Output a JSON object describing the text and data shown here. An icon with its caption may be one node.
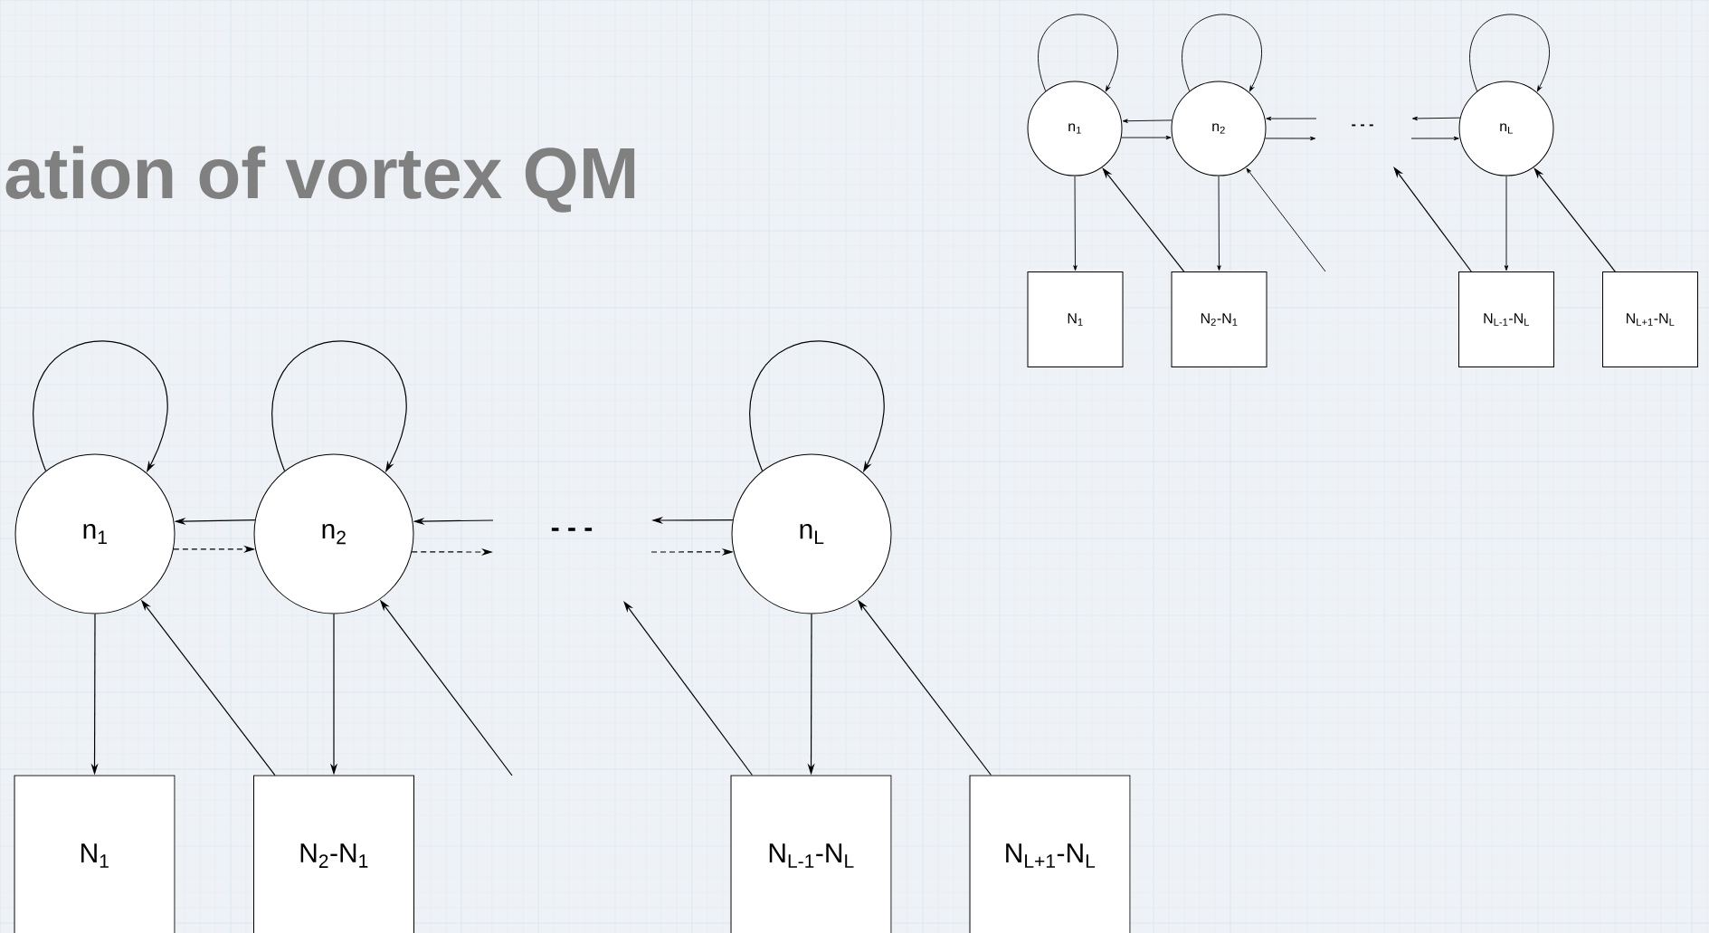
{
  "diagram": {
    "title": "ation of vortex QM",
    "nodes": [
      {
        "text": [
          "n$_{1}$"
        ]
      },
      {
        "text": [
          "n$_{2}$"
        ]
      },
      {
        "text": [
          "n$_{L}$"
        ]
      },
      {
        "text": [
          "N$_{1}$"
        ]
      },
      {
        "text": [
          "N$_{2}$-N$_{1}$"
        ]
      },
      {
        "text": [
          "N$_{L-1}$-N$_{L}$"
        ]
      },
      {
        "text": [
          "N$_{L+1}$-N$_{L}$"
        ]
      },
      {
        "text": [
          "n$_{1}$"
        ]
      },
      {
        "text": [
          "n$_{2}$"
        ]
      },
      {
        "text": [
          "n$_{L}$"
        ]
      },
      {
        "text": [
          "N$_{1}$"
        ]
      },
      {
        "text": [
          "N$_{2}$-N$_{1}$"
        ]
      },
      {
        "text": [
          "N$_{L-1}$-N$_{L}$"
        ]
      },
      {
        "text": [
          "N$_{L+1}$-N$_{L}$"
        ]
      }
    ],
    "edges": [
      {
        "from": 0,
        "to": 0,
        "arrow": "to"
      },
      {
        "from": 1,
        "to": 1,
        "arrow": "to"
      },
      {
        "from": 2,
        "to": 2,
        "arrow": "to"
      },
      {
        "from": 1,
        "to": 0,
        "arrow": "to"
      },
      {
        "from": 0,
        "to": 1,
        "arrow": "to",
        "style": "dashed"
      },
      {
        "from": null,
        "to": 1,
        "arrow": "to"
      },
      {
        "from": 1,
        "to": null,
        "arrow": "to",
        "style": "dashed"
      },
      {
        "from": 2,
        "to": null,
        "arrow": "to"
      },
      {
        "from": null,
        "to": 2,
        "arrow": "to",
        "style": "dashed"
      },
      {
        "from": 0,
        "to": 3,
        "arrow": "to"
      },
      {
        "from": 1,
        "to": 4,
        "arrow": "to"
      },
      {
        "from": 2,
        "to": 5,
        "arrow": "to"
      },
      {
        "from": 4,
        "to": 0,
        "arrow": "to"
      },
      {
        "from": null,
        "to": 1,
        "arrow": "to"
      },
      {
        "from": 5,
        "to": null,
        "arrow": "to"
      },
      {
        "from": 6,
        "to": 2,
        "arrow": "to"
      },
      {
        "from": 7,
        "to": 7,
        "arrow": "to"
      },
      {
        "from": 8,
        "to": 8,
        "arrow": "to"
      },
      {
        "from": 9,
        "to": 9,
        "arrow": "to"
      },
      {
        "from": 8,
        "to": 7,
        "arrow": "to"
      },
      {
        "from": 7,
        "to": 8,
        "arrow": "to"
      },
      {
        "from": null,
        "to": 8,
        "arrow": "to"
      },
      {
        "from": 8,
        "to": null,
        "arrow": "to"
      },
      {
        "from": 9,
        "to": null,
        "arrow": "to"
      },
      {
        "from": null,
        "to": 9,
        "arrow": "to"
      },
      {
        "from": 7,
        "to": 10,
        "arrow": "to"
      },
      {
        "from": 8,
        "to": 11,
        "arrow": "to"
      },
      {
        "from": 9,
        "to": 12,
        "arrow": "to"
      },
      {
        "from": 11,
        "to": 7,
        "arrow": "to"
      },
      {
        "from": null,
        "to": 8,
        "arrow": "to"
      },
      {
        "from": 12,
        "to": null,
        "arrow": "to"
      },
      {
        "from": 13,
        "to": 9,
        "arrow": "to"
      }
    ],
    "labels": [
      "- - -",
      "- - -"
    ]
  }
}
